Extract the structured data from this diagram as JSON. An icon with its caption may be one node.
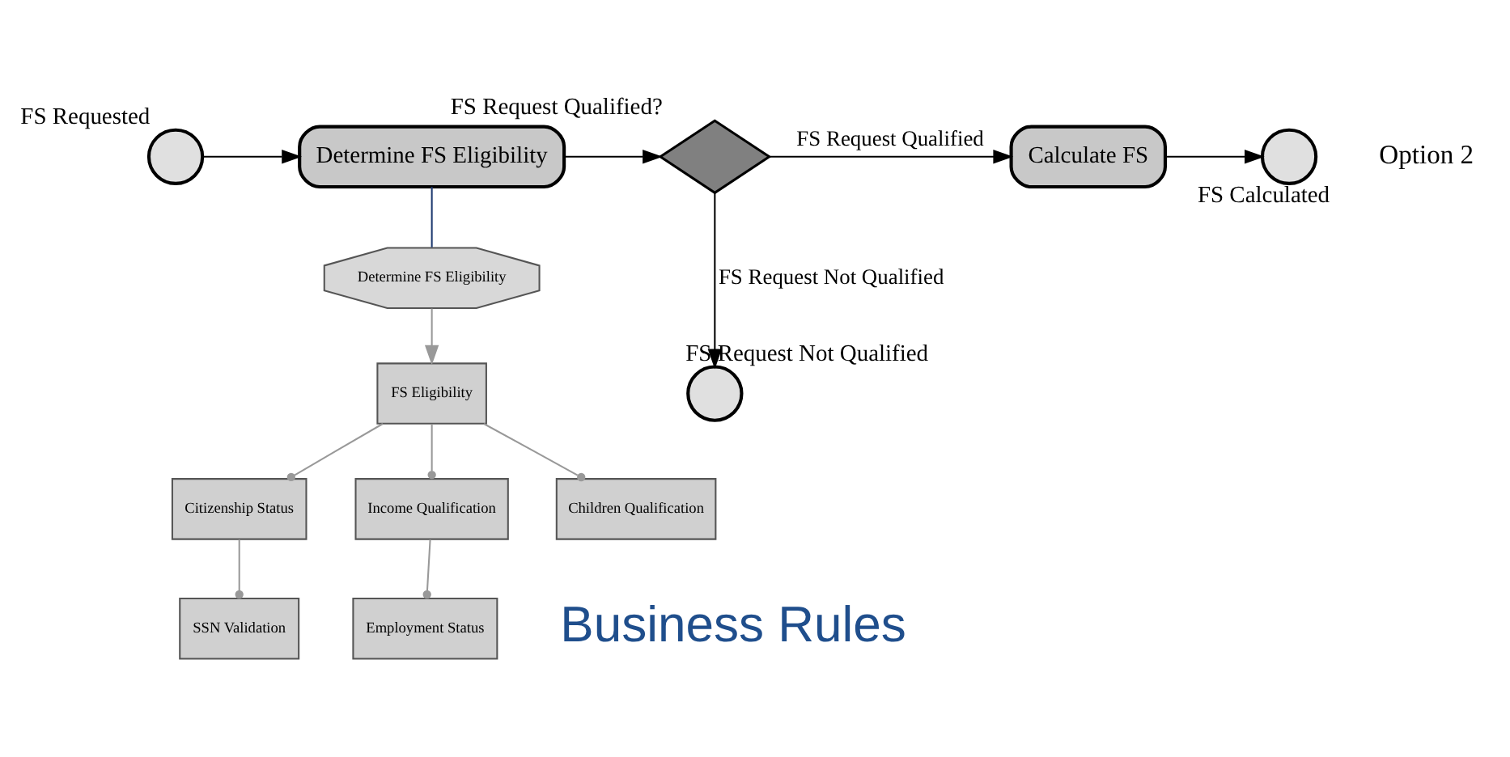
{
  "diagram": {
    "nodes": [
      {
        "text": [],
        "shape": "circle",
        "beside": [
          "FS Requested"
        ]
      },
      {
        "text": [
          "Determine FS Eligibility"
        ]
      },
      {
        "text": [],
        "shape": "diamond",
        "beside": [
          "FS Request Qualified?"
        ]
      },
      {
        "text": [
          "Calculate FS"
        ]
      },
      {
        "text": [],
        "shape": "circle",
        "beside": [
          "FS Calculated"
        ]
      },
      {
        "text": [],
        "shape": "circle",
        "beside": [
          "FS Request Not Qualified"
        ]
      },
      {
        "text": [
          "Determine FS Eligibility"
        ]
      },
      {
        "text": [
          "FS Eligibility"
        ]
      },
      {
        "text": [
          "Citizenship Status"
        ]
      },
      {
        "text": [
          "Income Qualification"
        ]
      },
      {
        "text": [
          "Children Qualification"
        ]
      },
      {
        "text": [
          "SSN Validation"
        ]
      },
      {
        "text": [
          "Employment Status"
        ]
      }
    ],
    "edges": [
      {
        "from": 0,
        "to": 1,
        "arrow": "to",
        "color": "#000000"
      },
      {
        "from": 1,
        "to": 2,
        "arrow": "to",
        "color": "#000000"
      },
      {
        "from": 2,
        "to": 3,
        "arrow": "to",
        "label": "FS Request Qualified",
        "color": "#000000"
      },
      {
        "from": 3,
        "to": 4,
        "arrow": "to",
        "color": "#000000"
      },
      {
        "from": 2,
        "to": 5,
        "arrow": "to",
        "label": "FS Request Not Qualified",
        "color": "#000000"
      },
      {
        "from": 1,
        "to": 6,
        "arrow": "none",
        "color": "#1f3a70"
      },
      {
        "from": 6,
        "to": 7,
        "arrow": "to",
        "color": "#999999"
      },
      {
        "from": 7,
        "to": 8,
        "arrow": "other",
        "color": "#999999"
      },
      {
        "from": 7,
        "to": 9,
        "arrow": "other",
        "color": "#999999"
      },
      {
        "from": 7,
        "to": 10,
        "arrow": "other",
        "color": "#999999"
      },
      {
        "from": 8,
        "to": 11,
        "arrow": "other",
        "color": "#999999"
      },
      {
        "from": 9,
        "to": 12,
        "arrow": "other",
        "color": "#999999"
      }
    ],
    "labels": [
      "Option 2",
      "Business Rules"
    ]
  }
}
